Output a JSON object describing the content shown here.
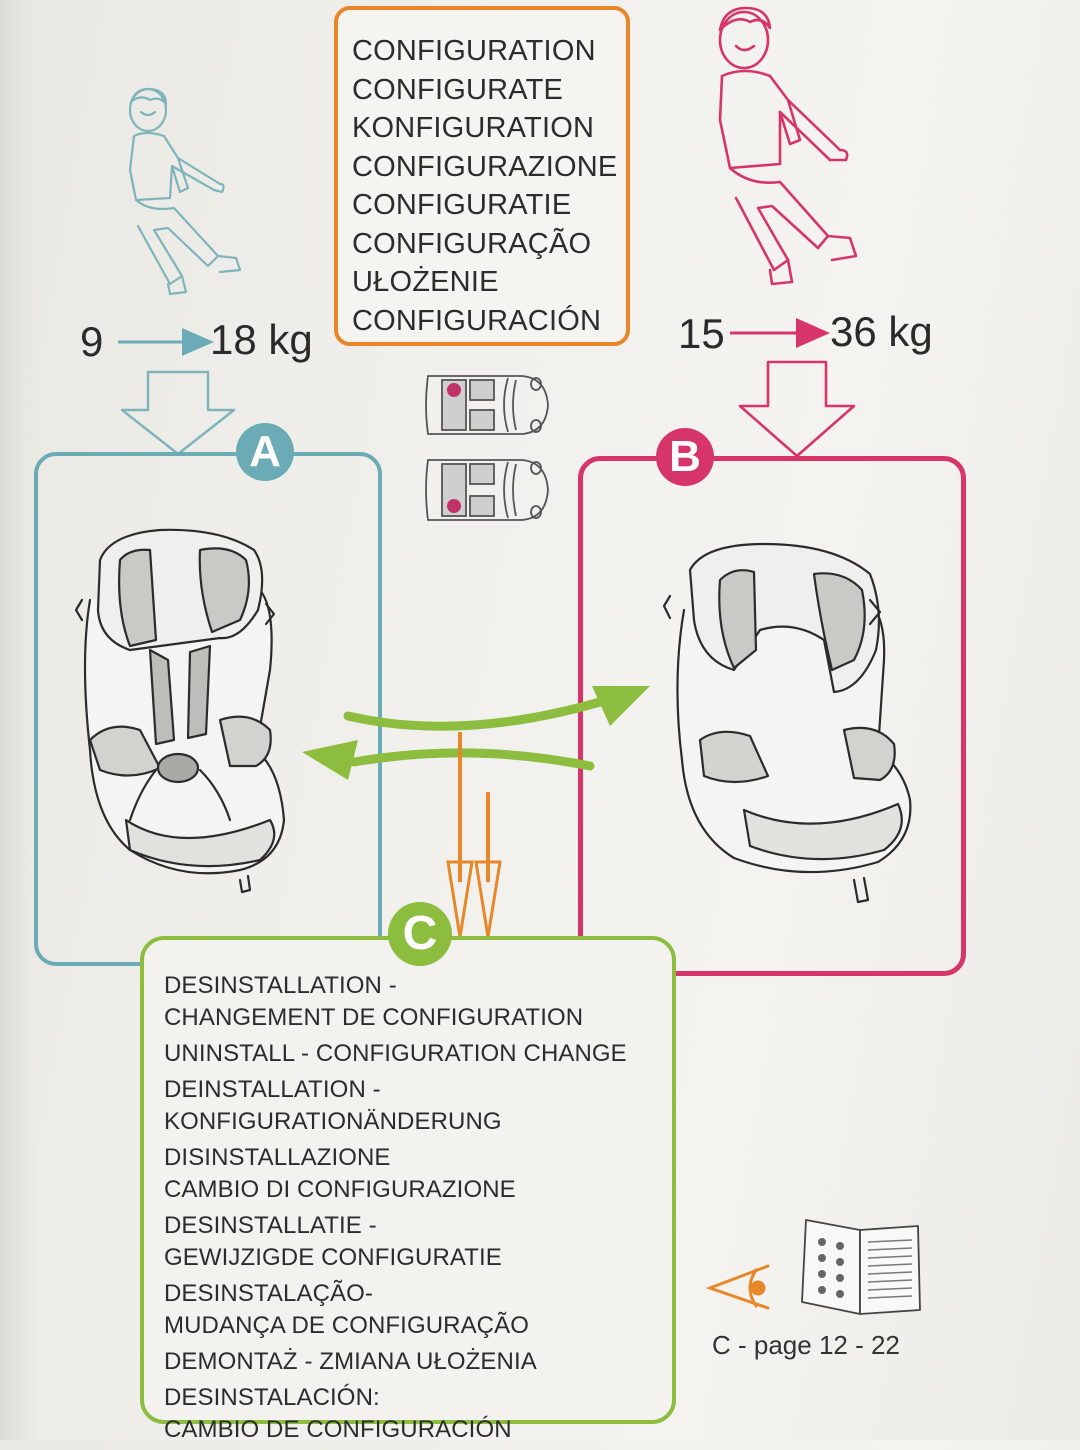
{
  "configuration_titles": [
    "CONFIGURATION",
    "CONFIGURATE",
    "KONFIGURATION",
    "CONFIGURAZIONE",
    "CONFIGURATIE",
    "CONFIGURAÇÃO",
    "UŁOŻENIE",
    "CONFIGURACIÓN"
  ],
  "group_a": {
    "from": "9",
    "to": "18 kg",
    "badge": "A"
  },
  "group_b": {
    "from": "15",
    "to": "36 kg",
    "badge": "B"
  },
  "group_c": {
    "badge": "C",
    "lines": [
      [
        "DESINSTALLATION -",
        "CHANGEMENT DE CONFIGURATION"
      ],
      [
        "UNINSTALL - CONFIGURATION CHANGE"
      ],
      [
        "DEINSTALLATION -",
        "KONFIGURATIONÄNDERUNG"
      ],
      [
        "DISINSTALLAZIONE",
        "CAMBIO DI CONFIGURAZIONE"
      ],
      [
        "DESINSTALLATIE -",
        "GEWIJZIGDE CONFIGURATIE"
      ],
      [
        "DESINSTALAÇÃO-",
        "MUDANÇA DE CONFIGURAÇÃO"
      ],
      [
        "DEMONTAŻ - ZMIANA UŁOŻENIA"
      ],
      [
        "DESINSTALACIÓN:",
        "CAMBIO DE CONFIGURACIÓN"
      ]
    ]
  },
  "page_reference": "C - page 12 - 22",
  "colors": {
    "group_a": "#6aabb6",
    "group_b": "#d6356a",
    "group_c": "#8dbd3f",
    "configuration": "#e8862a"
  },
  "icons": [
    "child-small-icon",
    "child-large-icon",
    "car-seat-harness-icon",
    "car-seat-booster-icon",
    "car-top-view-icon",
    "eye-icon",
    "manual-book-icon"
  ]
}
